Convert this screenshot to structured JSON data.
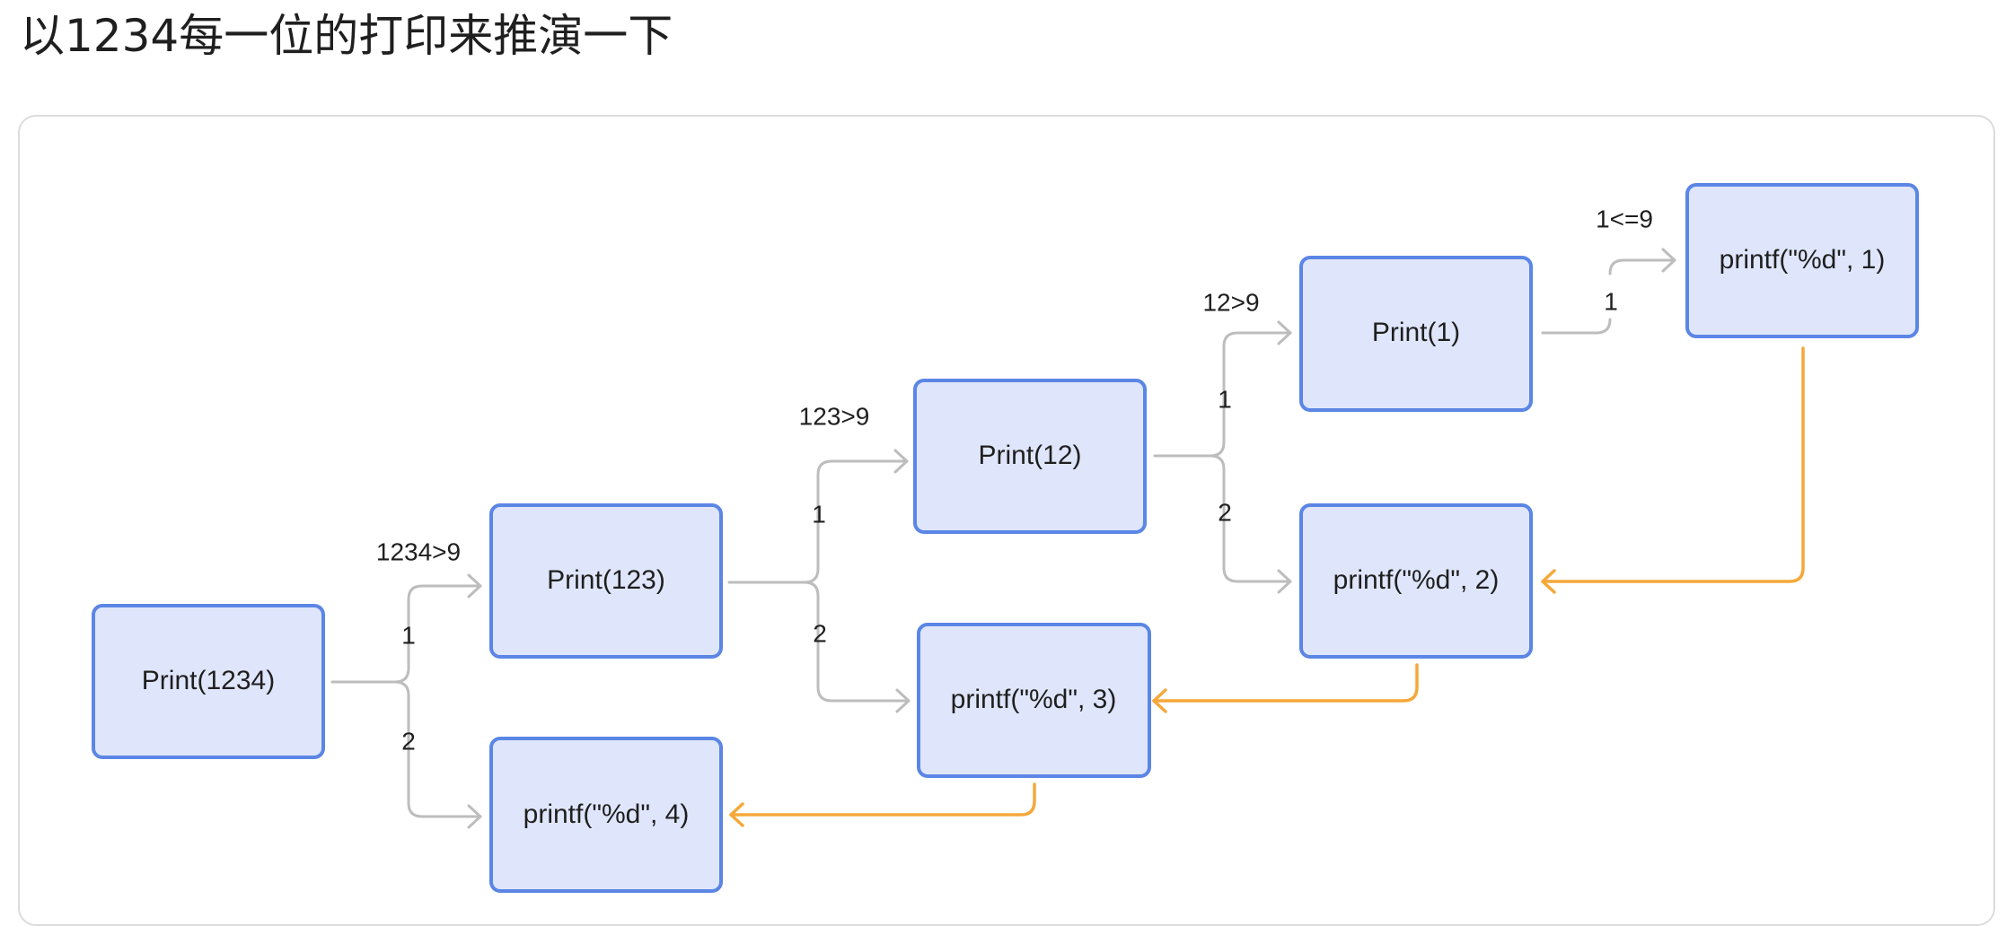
{
  "title": "以1234每一位的打印来推演一下",
  "colors": {
    "node_fill": "#dfe6fb",
    "node_stroke": "#5b86e5",
    "call_arrow": "#bdbdbd",
    "return_arrow": "#f5a83a",
    "text": "#1f1f1f"
  },
  "nodes": {
    "n1234": "Print(1234)",
    "n123": "Print(123)",
    "n12": "Print(12)",
    "n1": "Print(1)",
    "p1": "printf(\"%d\", 1)",
    "p2": "printf(\"%d\", 2)",
    "p3": "printf(\"%d\", 3)",
    "p4": "printf(\"%d\", 4)"
  },
  "conditions": {
    "c1234": "1234>9",
    "c123": "123>9",
    "c12": "12>9",
    "c1": "1<=9"
  },
  "branch_labels": {
    "b1234_1": "1",
    "b1234_2": "2",
    "b123_1": "1",
    "b123_2": "2",
    "b12_1": "1",
    "b12_2": "2",
    "b1_1": "1"
  }
}
